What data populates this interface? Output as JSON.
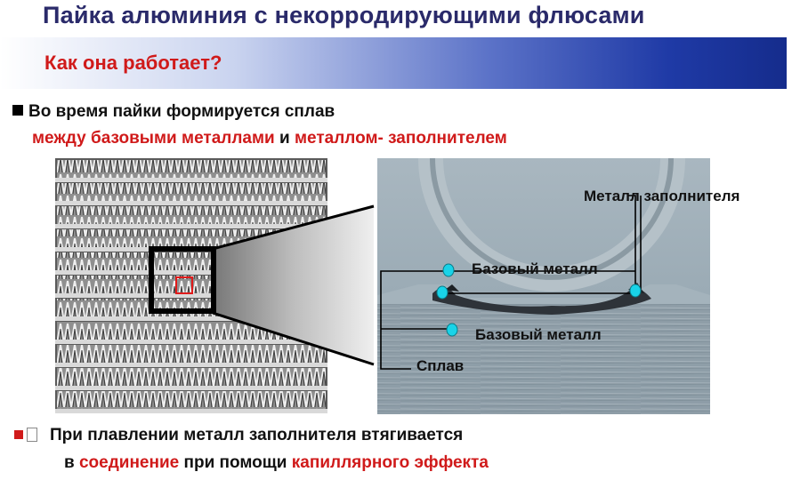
{
  "slide": {
    "title": "Пайка алюминия с некорродирующими флюсами",
    "subtitle": "Как она работает?"
  },
  "bullet1": {
    "line1": "Во время пайки формируется сплав",
    "line2_part1": "между базовыми  металлами",
    "line2_part2": " и ",
    "line2_part3": "металлом- заполнителем"
  },
  "figure": {
    "label_filler_metal": "Металл заполнителя",
    "label_base_metal_top": "Базовый металл",
    "label_base_metal_bottom": "Базовый металл",
    "label_alloy": "Сплав"
  },
  "bullet2": {
    "line1": "При плавлении металл заполнителя втягивается",
    "line2_part1": "в ",
    "line2_part2": "соединение",
    "line2_part3": " при помощи ",
    "line2_part4": "капиллярного эффекта"
  },
  "colors": {
    "accent_red": "#d01a1a",
    "title_navy": "#2a2a6a",
    "banner_blue": "#1f3aa6",
    "marker_cyan": "#19d3e8"
  }
}
